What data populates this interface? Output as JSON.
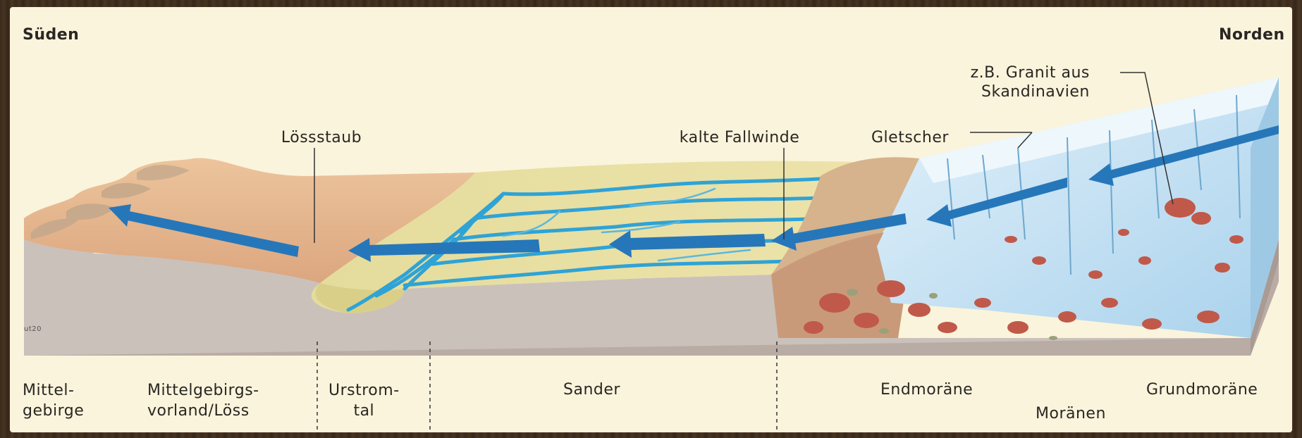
{
  "directions": {
    "south": "Süden",
    "north": "Norden"
  },
  "annotations": {
    "loess_dust": "Lössstaub",
    "cold_winds": "kalte Fallwinde",
    "glacier": "Gletscher",
    "granite_line1": "z.B. Granit aus",
    "granite_line2": "Skandinavien"
  },
  "zones": {
    "mittelgebirge_1": "Mittel-",
    "mittelgebirge_2": "gebirge",
    "vorland_1": "Mittelgebirgs-",
    "vorland_2": "vorland/Löss",
    "urstromtal_1": "Urstrom-",
    "urstromtal_2": "tal",
    "sander": "Sander",
    "endmoraene": "Endmoräne",
    "moraenen": "Moränen",
    "grundmoraene": "Grundmoräne"
  },
  "credit": "ut20",
  "colors": {
    "ice": "#bcdcef",
    "water": "#2fa3d6",
    "sand": "#e9e0a4",
    "loess": "#e8b88e",
    "ground": "#c9bfb8",
    "arrow": "#2677b9",
    "boulder": "#c0594a"
  }
}
